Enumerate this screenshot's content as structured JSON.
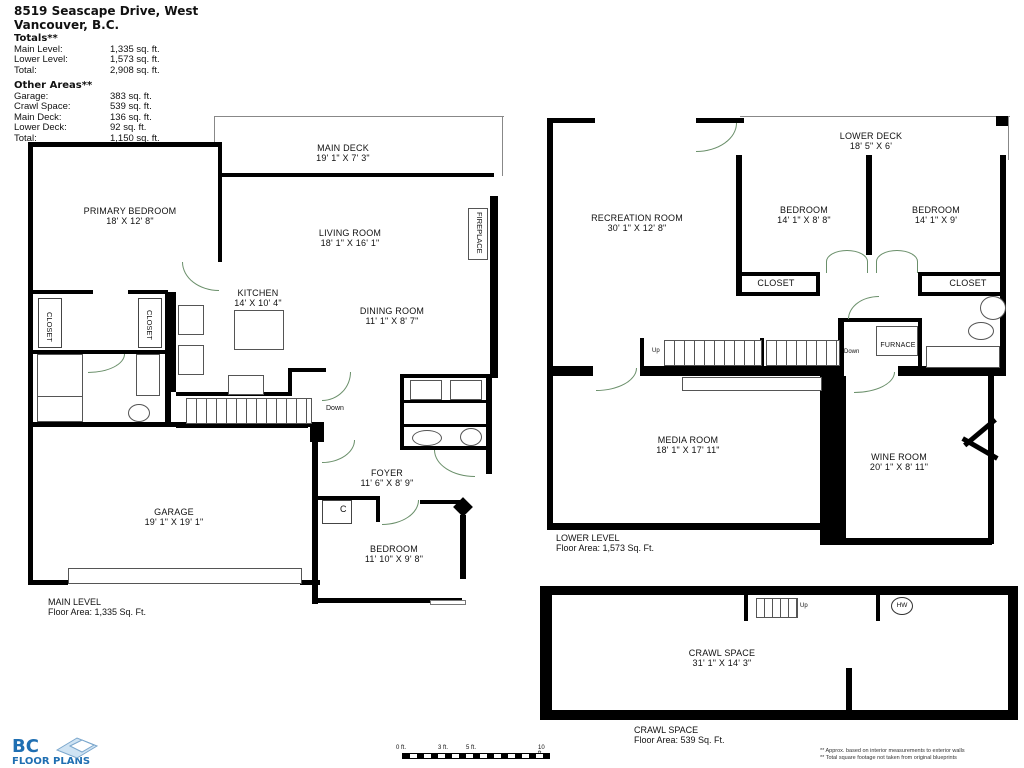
{
  "header": {
    "address_line1": "8519 Seascape Drive, West",
    "address_line2": "Vancouver, B.C."
  },
  "totals": {
    "heading": "Totals**",
    "rows": [
      {
        "label": "Main Level:",
        "value": "1,335 sq. ft."
      },
      {
        "label": "Lower Level:",
        "value": "1,573 sq. ft."
      },
      {
        "label": "Total:",
        "value": "2,908 sq. ft."
      }
    ]
  },
  "other_areas": {
    "heading": "Other Areas**",
    "rows": [
      {
        "label": "Garage:",
        "value": "383 sq. ft."
      },
      {
        "label": "Crawl Space:",
        "value": "539 sq. ft."
      },
      {
        "label": "Main Deck:",
        "value": "136 sq. ft."
      },
      {
        "label": "Lower Deck:",
        "value": "92 sq. ft."
      },
      {
        "label": "Total:",
        "value": "1,150 sq. ft."
      }
    ]
  },
  "main_level": {
    "rooms": {
      "main_deck": {
        "name": "MAIN DECK",
        "dims": "19' 1\" X 7' 3\""
      },
      "primary_bedroom": {
        "name": "PRIMARY BEDROOM",
        "dims": "18' X 12' 8\""
      },
      "living_room": {
        "name": "LIVING ROOM",
        "dims": "18' 1\" X 16' 1\""
      },
      "kitchen": {
        "name": "KITCHEN",
        "dims": "14' X 10' 4\""
      },
      "dining_room": {
        "name": "DINING ROOM",
        "dims": "11' 1\" X 8' 7\""
      },
      "foyer": {
        "name": "FOYER",
        "dims": "11' 6\" X 8' 9\""
      },
      "garage": {
        "name": "GARAGE",
        "dims": "19' 1\" X 19' 1\""
      },
      "bedroom": {
        "name": "BEDROOM",
        "dims": "11' 10\" X 9' 8\""
      }
    },
    "closet1": "CLOSET",
    "closet2": "CLOSET",
    "fireplace": "FIREPLACE",
    "down": "Down",
    "c_label": "C",
    "level_name": "MAIN LEVEL",
    "floor_area": "Floor Area: 1,335 Sq. Ft."
  },
  "lower_level": {
    "rooms": {
      "lower_deck": {
        "name": "LOWER DECK",
        "dims": "18' 5\" X 6'"
      },
      "bedroom_a": {
        "name": "BEDROOM",
        "dims": "14' 1\" X 8' 8\""
      },
      "bedroom_b": {
        "name": "BEDROOM",
        "dims": "14' 1\" X 9'"
      },
      "recreation_room": {
        "name": "RECREATION ROOM",
        "dims": "30' 1\" X 12' 8\""
      },
      "media_room": {
        "name": "MEDIA ROOM",
        "dims": "18' 1\" X 17' 11\""
      },
      "wine_room": {
        "name": "WINE ROOM",
        "dims": "20' 1\" X 8' 11\""
      }
    },
    "closet_a": "CLOSET",
    "closet_b": "CLOSET",
    "furnace": "FURNACE",
    "up": "Up",
    "down": "Down",
    "level_name": "LOWER LEVEL",
    "floor_area": "Floor Area: 1,573 Sq. Ft."
  },
  "crawl_space": {
    "room": {
      "name": "CRAWL SPACE",
      "dims": "31' 1\" X 14' 3\""
    },
    "up": "Up",
    "hw": "HW",
    "level_name": "CRAWL SPACE",
    "floor_area": "Floor Area: 539 Sq. Ft."
  },
  "scale_bar": {
    "ticks": [
      "0 ft.",
      "3 ft.",
      "5 ft.",
      "10 ft."
    ]
  },
  "footer": {
    "logo_top": "BC",
    "logo_bottom": "FLOOR PLANS",
    "note1": "** Approx. based on interior measurements to exterior walls",
    "note2": "** Total square footage not taken from original blueprints"
  }
}
